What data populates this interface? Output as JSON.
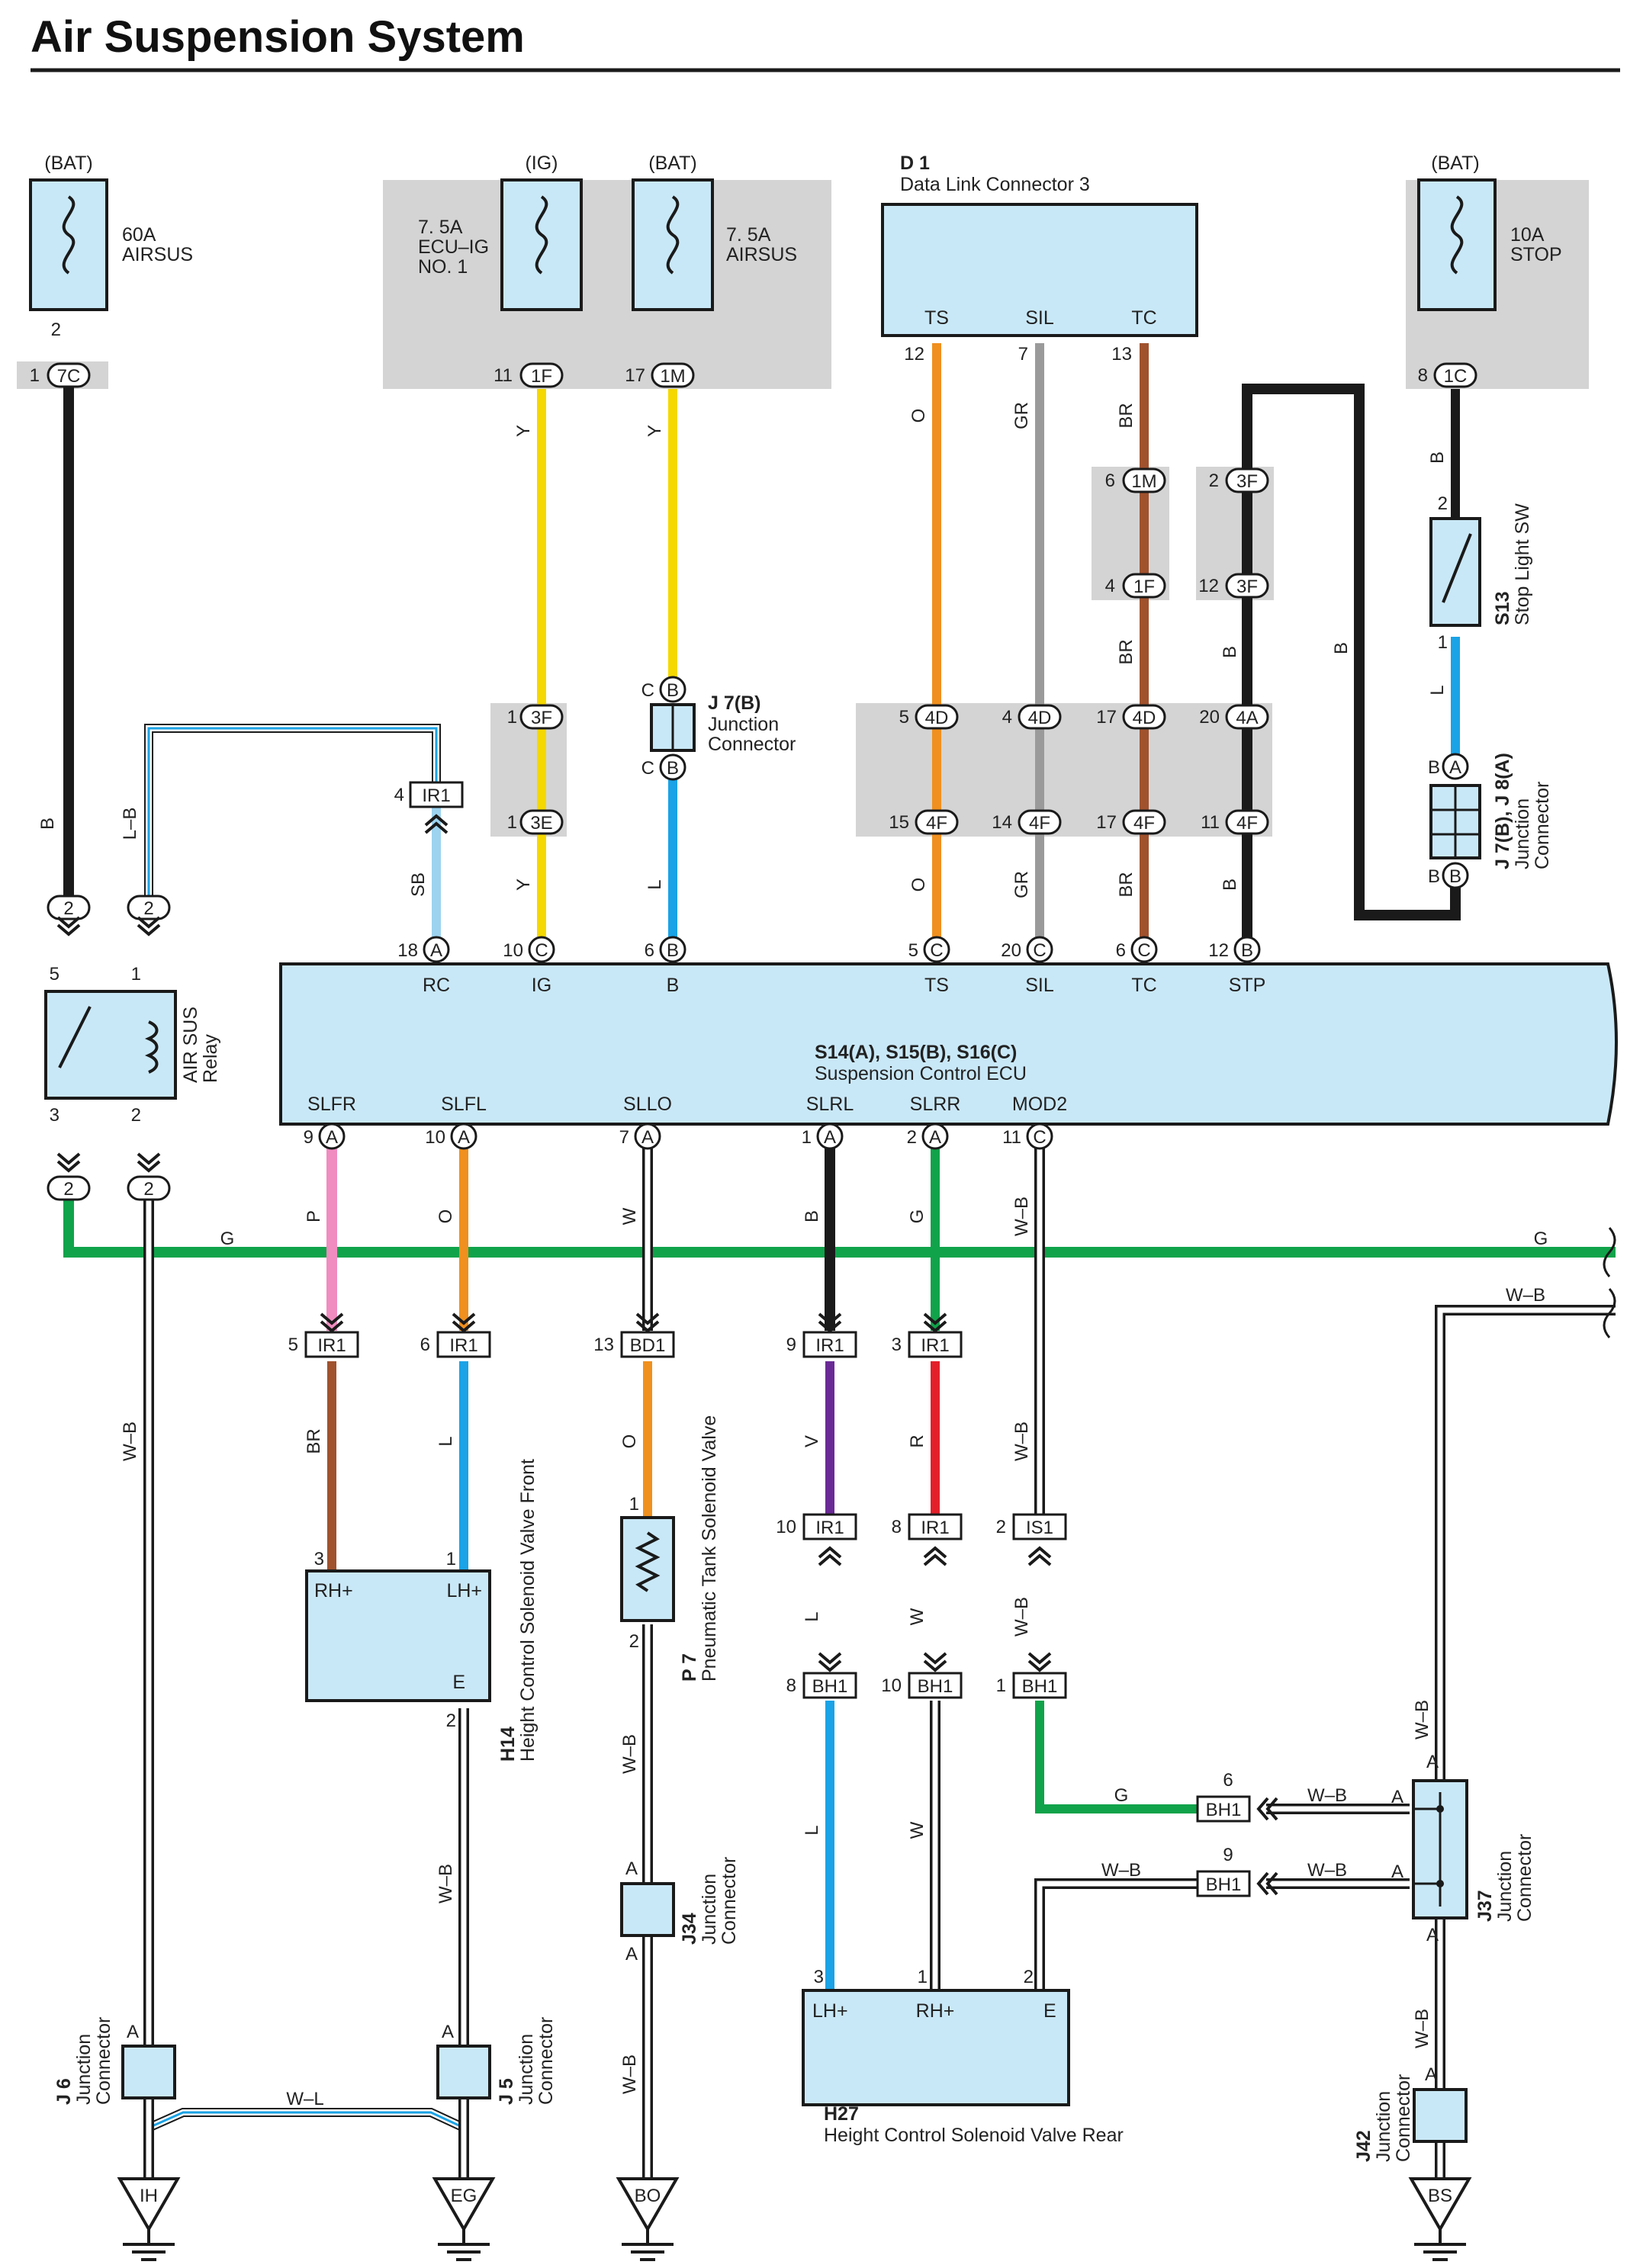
{
  "title": "Air Suspension System",
  "supplies": {
    "bat_left": "(BAT)",
    "ig": "(IG)",
    "bat_mid": "(BAT)",
    "bat_right": "(BAT)"
  },
  "fuses": {
    "airsus_60a": [
      "60A",
      "AIRSUS"
    ],
    "ecu_ig": [
      "7. 5A",
      "ECU–IG",
      "NO. 1"
    ],
    "airsus_75a": [
      "7. 5A",
      "AIRSUS"
    ],
    "stop_10a": [
      "10A",
      "STOP"
    ]
  },
  "components": {
    "d1": {
      "id": "D 1",
      "name": "Data Link Connector 3",
      "pins": [
        "TS",
        "SIL",
        "TC"
      ]
    },
    "j7b": {
      "id": "J 7(B)",
      "name": [
        "Junction",
        "Connector"
      ]
    },
    "s13": {
      "id": "S13",
      "name": "Stop Light SW"
    },
    "j7b_j8a": {
      "id": "J 7(B), J 8(A)",
      "name": [
        "Junction",
        "Connector"
      ]
    },
    "relay": {
      "name": [
        "AIR SUS",
        "Relay"
      ]
    },
    "ecu": {
      "id": "S14(A), S15(B), S16(C)",
      "name": "Suspension Control ECU",
      "top_pins": [
        "RC",
        "IG",
        "B",
        "TS",
        "SIL",
        "TC",
        "STP"
      ],
      "bottom_pins": [
        "SLFR",
        "SLFL",
        "SLLO",
        "SLRL",
        "SLRR",
        "MOD2"
      ]
    },
    "h14": {
      "id": "H14",
      "name": "Height Control Solenoid Valve Front",
      "pins": [
        "RH+",
        "LH+",
        "E"
      ]
    },
    "p7": {
      "id": "P 7",
      "name": "Pneumatic Tank Solenoid Valve"
    },
    "h27": {
      "id": "H27",
      "name": "Height Control Solenoid Valve Rear",
      "pins": [
        "LH+",
        "RH+",
        "E"
      ]
    },
    "j6": {
      "id": "J 6",
      "name": [
        "Junction",
        "Connector"
      ]
    },
    "j5": {
      "id": "J 5",
      "name": [
        "Junction",
        "Connector"
      ]
    },
    "j34": {
      "id": "J34",
      "name": [
        "Junction",
        "Connector"
      ]
    },
    "j37": {
      "id": "J37",
      "name": [
        "Junction",
        "Connector"
      ]
    },
    "j42": {
      "id": "J42",
      "name": [
        "Junction",
        "Connector"
      ]
    }
  },
  "grounds": [
    "IH",
    "EG",
    "BO",
    "BS"
  ],
  "connectors": {
    "c7c": "7C",
    "c1f": "1F",
    "c1m": "1M",
    "c1c": "1C",
    "c3f": "3F",
    "c3e": "3E",
    "c4d": "4D",
    "c4f": "4F",
    "c4a": "4A",
    "ir1": "IR1",
    "bd1": "BD1",
    "is1": "IS1",
    "bh1": "BH1",
    "a": "A",
    "b": "B",
    "c": "C",
    "two": "2"
  },
  "pin_numbers": {
    "p1": "1",
    "p2": "2",
    "p3": "3",
    "p4": "4",
    "p5": "5",
    "p6": "6",
    "p7": "7",
    "p8": "8",
    "p9": "9",
    "p10": "10",
    "p11": "11",
    "p12": "12",
    "p13": "13",
    "p14": "14",
    "p15": "15",
    "p17": "17",
    "p18": "18",
    "p20": "20"
  },
  "wire_colors": {
    "B": "B",
    "L_B": "L–B",
    "SB": "SB",
    "Y": "Y",
    "L": "L",
    "O": "O",
    "GR": "GR",
    "BR": "BR",
    "G": "G",
    "P": "P",
    "W": "W",
    "W_B": "W–B",
    "V": "V",
    "R": "R",
    "W_L": "W–L"
  },
  "colors": {
    "black": "#1a1a1a",
    "yellow": "#f5d800",
    "orange": "#f0901e",
    "gray": "#9a9a9a",
    "brown": "#a0522d",
    "blue": "#1aa3e6",
    "skyblue": "#9dd3ef",
    "green": "#10a34a",
    "pink": "#f08cc0",
    "violet": "#6a2a96",
    "red": "#e3202a",
    "white": "#ffffff",
    "component_fill": "#c9e8f7",
    "shade": "#d4d4d4"
  }
}
